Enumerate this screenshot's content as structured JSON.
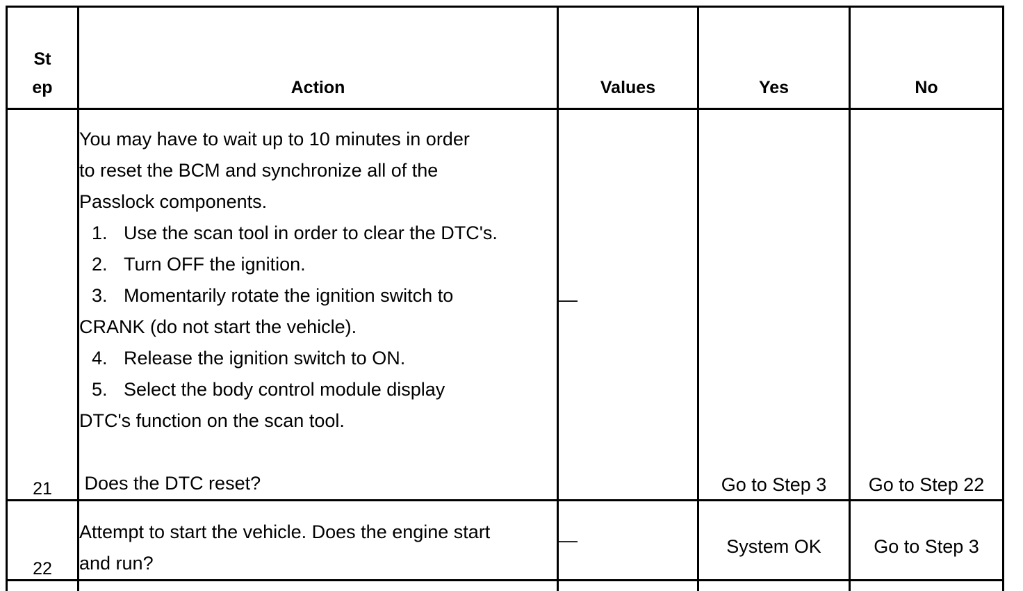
{
  "table": {
    "headers": {
      "step_line1": "St",
      "step_line2": "ep",
      "action": "Action",
      "values": "Values",
      "yes": "Yes",
      "no": "No"
    },
    "rows": [
      {
        "step": "21",
        "action": {
          "intro": [
            "You may have to wait up to 10 minutes in order",
            "to reset the BCM and synchronize all of the",
            "Passlock components."
          ],
          "items": [
            {
              "num": "1.",
              "text": "Use the scan tool in order to clear the DTC's."
            },
            {
              "num": "2.",
              "text": "Turn OFF the ignition."
            },
            {
              "num": "3.",
              "text": "Momentarily rotate the ignition switch to"
            }
          ],
          "cont_after_3": "CRANK (do not start the vehicle).",
          "items2": [
            {
              "num": "4.",
              "text": "Release the ignition switch to ON."
            },
            {
              "num": "5.",
              "text": "Select the body control module display"
            }
          ],
          "cont_after_5": "DTC's function on the scan tool.",
          "question": " Does the DTC reset?"
        },
        "values": "—",
        "yes": "Go to Step 3",
        "no": "Go to Step 22"
      },
      {
        "step": "22",
        "action": {
          "intro": [
            "Attempt to start the vehicle. Does the engine start",
            "and run?"
          ],
          "items": [],
          "cont_after_3": "",
          "items2": [],
          "cont_after_5": "",
          "question": ""
        },
        "values": "—",
        "yes": "System OK",
        "no": "Go to Step 3"
      }
    ]
  },
  "colors": {
    "border": "#000000",
    "background": "#ffffff",
    "text": "#000000"
  }
}
